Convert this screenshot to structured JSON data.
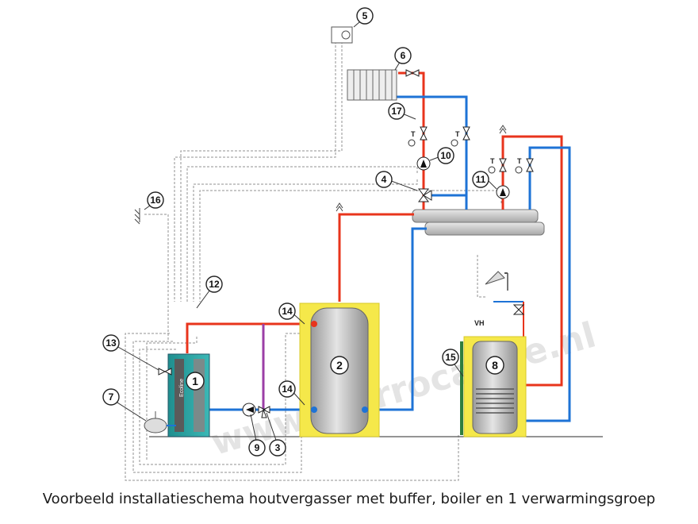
{
  "caption": "Voorbeeld installatieschema houtvergasser met buffer, boiler en 1 verwarmingsgroep",
  "watermark": "www.pierrocalore.nl",
  "boiler_brand": "Ecoline",
  "markers": {
    "t": "T",
    "vh": "VH"
  },
  "callouts": [
    "1",
    "2",
    "3",
    "4",
    "5",
    "6",
    "7",
    "8",
    "9",
    "10",
    "11",
    "12",
    "13",
    "14",
    "15",
    "16",
    "17"
  ],
  "colors": {
    "hot_pipe": "#e8341c",
    "cold_pipe": "#1e73d6",
    "mix_pipe": "#9b3fa6",
    "control_wire": "#8c8c8c",
    "insulation": "#f5e84a",
    "boiler_body": "#2aa0a0",
    "tank_body": "#c9c9c9"
  },
  "component_icons": [
    "radiator-icon",
    "pump-icon",
    "valve-icon",
    "three-way-valve-icon",
    "thermometer-icon",
    "shower-icon",
    "expansion-vessel-icon",
    "ground-icon",
    "room-thermostat-icon"
  ]
}
